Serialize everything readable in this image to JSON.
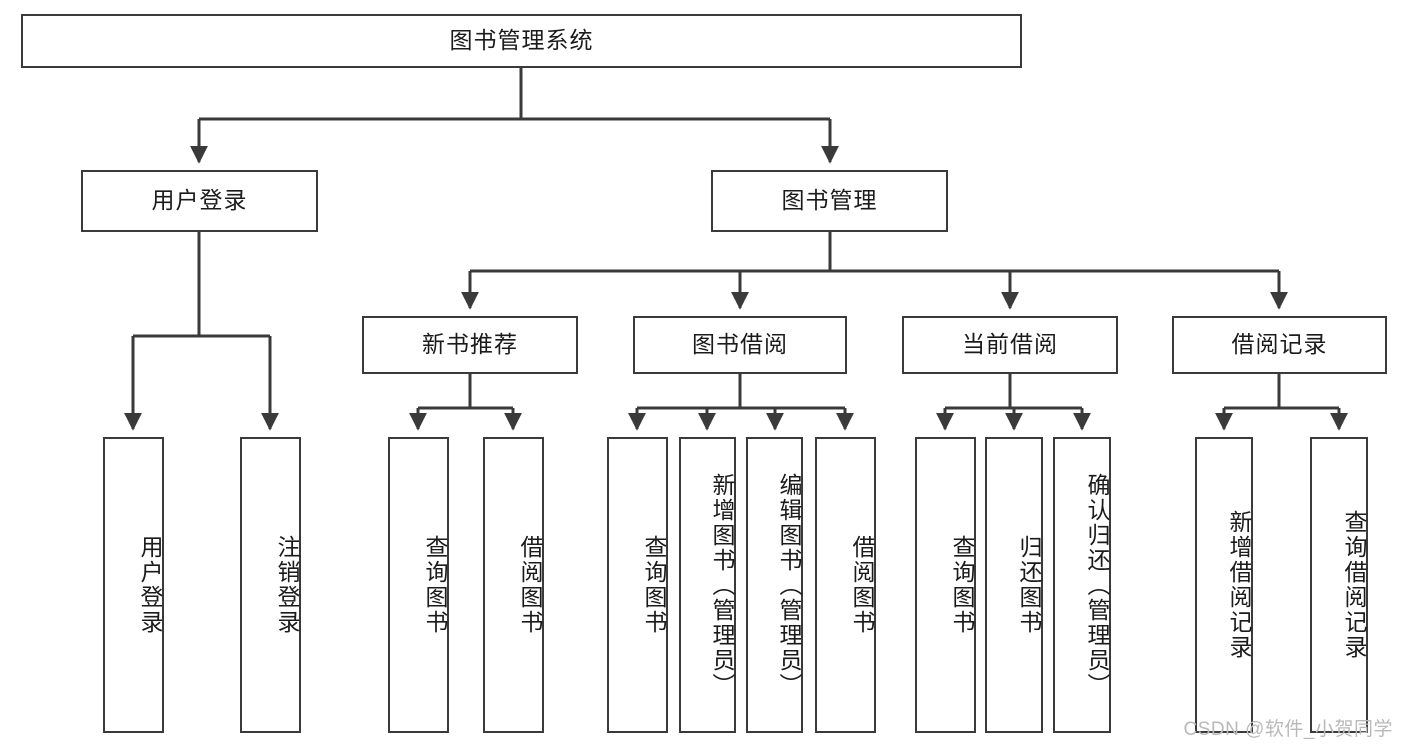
{
  "diagram": {
    "title": "图书管理系统",
    "type": "hierarchy-tree",
    "colors": {
      "box_border": "#3a3a3a",
      "box_fill": "#ffffff",
      "edge": "#3a3a3a",
      "text": "#1b1b1b",
      "watermark": "#b9b9b9",
      "background": "#ffffff"
    },
    "root": {
      "label": "图书管理系统"
    },
    "level2": [
      {
        "label": "用户登录"
      },
      {
        "label": "图书管理"
      }
    ],
    "level3": [
      {
        "label": "新书推荐"
      },
      {
        "label": "图书借阅"
      },
      {
        "label": "当前借阅"
      },
      {
        "label": "借阅记录"
      }
    ],
    "leaves": {
      "user_login": [
        {
          "label": "用户登录"
        },
        {
          "label": "注销登录"
        }
      ],
      "new_book_recommend": [
        {
          "label": "查询图书"
        },
        {
          "label": "借阅图书"
        }
      ],
      "book_borrow": [
        {
          "label": "查询图书"
        },
        {
          "label": "新增图书（管理员）"
        },
        {
          "label": "编辑图书（管理员）"
        },
        {
          "label": "借阅图书"
        }
      ],
      "current_borrow": [
        {
          "label": "查询图书"
        },
        {
          "label": "归还图书"
        },
        {
          "label": "确认归还（管理员）"
        }
      ],
      "borrow_record": [
        {
          "label": "新增借阅记录"
        },
        {
          "label": "查询借阅记录"
        }
      ]
    }
  },
  "watermark": {
    "text": "CSDN @软件_小贺同学"
  }
}
